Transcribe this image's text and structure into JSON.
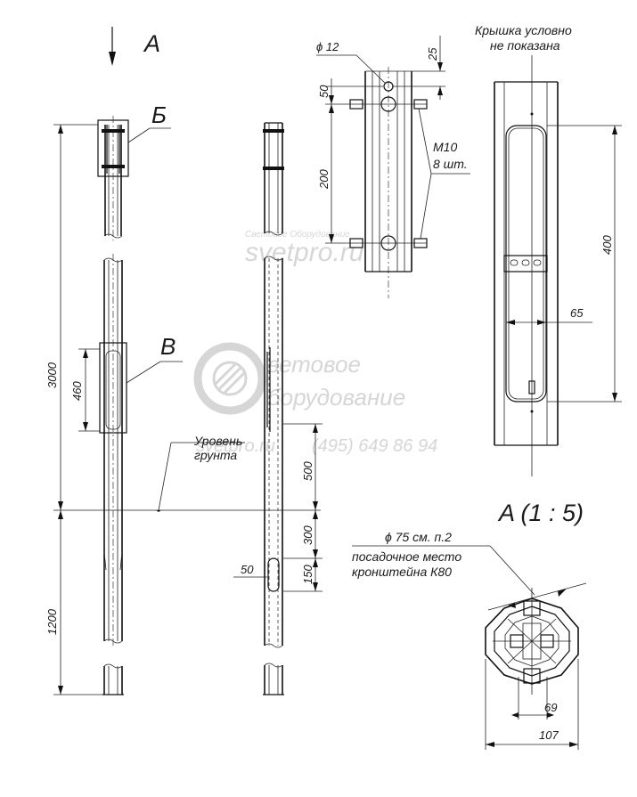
{
  "view_labels": {
    "view_a": "A",
    "callout_b": "Б",
    "callout_v": "В",
    "detail_a": "A (1 : 5)"
  },
  "notes": {
    "cover_line1": "Крышка условно",
    "cover_line2": "не показана",
    "bolts_line1": "М10",
    "bolts_line2": "8 шт.",
    "ground_line1": "Уровень",
    "ground_line2": "грунта",
    "bracket_line1": "ϕ 75 см. п.2",
    "bracket_line2": "посадочное  место",
    "bracket_line3": "кронштейна К80"
  },
  "dimensions": {
    "hole_diameter": "ϕ 12",
    "top_offset": "25",
    "hole_spacing_top": "50",
    "bolt_spacing": "200",
    "total_height": "3000",
    "hatch_height": "460",
    "base_depth": "1200",
    "hatch_above_ground": "500",
    "cable_entry_below_ground": "300",
    "slot_height": "150",
    "slot_width": "50",
    "cover_height": "400",
    "cover_width": "65",
    "section_inner": "69",
    "section_outer": "107"
  },
  "watermark": {
    "line1": "Световое Оборудование",
    "line2": "svetpro.ru",
    "line3": "ветовое",
    "line4": "борудование",
    "line5": "svetpro.ru",
    "line6": "(495) 649 86 94"
  }
}
